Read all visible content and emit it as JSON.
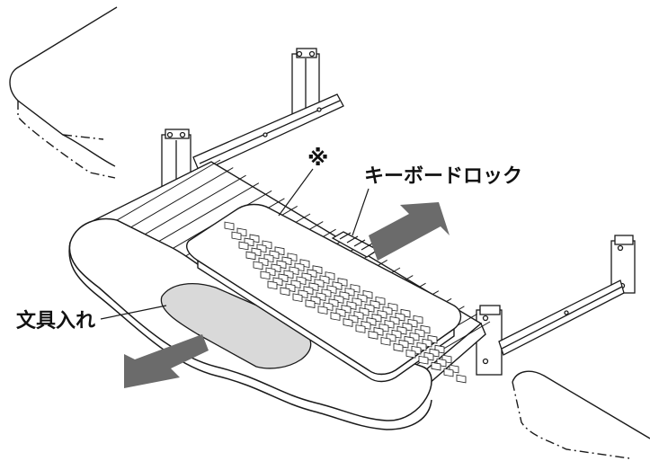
{
  "labels": {
    "note_mark": "※",
    "keyboard_lock": "キーボードロック",
    "stationery_tray": "文具入れ"
  },
  "colors": {
    "line": "#1a1a1a",
    "arrow": "#6b6b6b",
    "tray_fill": "#d9d9d9",
    "background": "#ffffff"
  },
  "icons": {
    "slide_out_arrow": "arrow-right",
    "pull_in_arrow": "arrow-left"
  }
}
